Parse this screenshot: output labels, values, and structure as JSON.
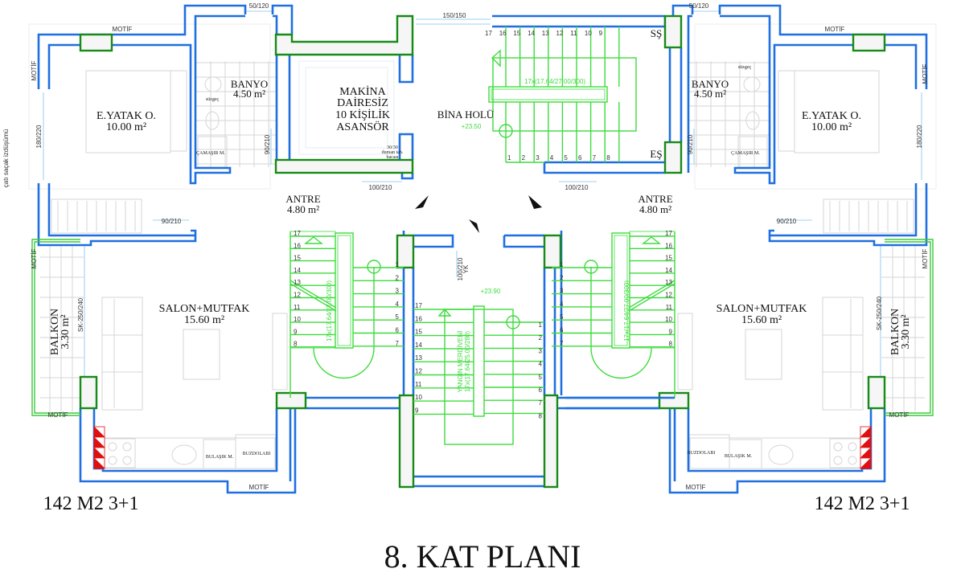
{
  "title": "8. KAT PLANI",
  "eave_note": "çatı saçak izdüşümü",
  "units": {
    "left": {
      "area_label": "142 M2 3+1",
      "bedroom": {
        "name": "E.YATAK O.",
        "area": "10.00 m²"
      },
      "bathroom": {
        "name": "BANYO",
        "area": "4.50 m²"
      },
      "entrance": {
        "name": "ANTRE",
        "area": "4.80 m²"
      },
      "living": {
        "name": "SALON+MUTFAK",
        "area": "15.60 m²"
      },
      "balcony": {
        "name": "BALKON",
        "area": "3.30 m²"
      },
      "motif": "MOTİF",
      "bath_window": "50/120",
      "bed_window": "180/220",
      "bath_door": "90/210",
      "bed_door": "90/210",
      "sliding_door": "SK-250/240",
      "drain": "süzgeç",
      "washer": "ÇAMAŞIR M.",
      "dishwasher": "BULAŞIK M.",
      "fridge": "BUZDOLABI",
      "stair_spec": "17x(17.64/27.00/300)"
    },
    "right": {
      "area_label": "142 M2 3+1",
      "bedroom": {
        "name": "E.YATAK O.",
        "area": "10.00 m²"
      },
      "bathroom": {
        "name": "BANYO",
        "area": "4.50 m²"
      },
      "entrance": {
        "name": "ANTRE",
        "area": "4.80 m²"
      },
      "living": {
        "name": "SALON+MUTFAK",
        "area": "15.60 m²"
      },
      "balcony": {
        "name": "BALKON",
        "area": "3.30 m²"
      },
      "motif": "MOTİF",
      "bath_window": "50/120",
      "bed_window": "180/220",
      "bath_door": "90/210",
      "bed_door": "90/210",
      "sliding_door": "SK-250/240",
      "drain": "süzgeç",
      "washer": "ÇAMAŞIR M.",
      "dishwasher": "BULAŞIK M.",
      "fridge": "BUZDOLABI",
      "stair_spec": "17x(17.64/27.00/300)"
    }
  },
  "core": {
    "elevator": [
      "MAKİNA",
      "DAİRESİZ",
      "10 KİŞİLİK",
      "ASANSÖR"
    ],
    "smoke_shaft": [
      "30/30",
      "duman tah.",
      "bacası"
    ],
    "hall": {
      "name": "BİNA HOLÜ",
      "level": "+23.50"
    },
    "hall_window": "150/150",
    "left_door": "100/210",
    "right_door": "100/210",
    "fire_door": "100/210",
    "fire_door_note": "YK",
    "fire_level": "+23.90",
    "clean_shaft": "SŞ",
    "dirty_shaft": "EŞ",
    "main_stair_spec": "17x(17.64/27.00/300)",
    "fire_stair": {
      "name": "YANGIN MERDİVENİ",
      "spec": "17x(17.64/25.00/280)"
    }
  },
  "stairs": {
    "main_upper": [
      17,
      16,
      15,
      14,
      13,
      12,
      11,
      10,
      9
    ],
    "main_lower": [
      1,
      2,
      3,
      4,
      5,
      6,
      7,
      8
    ],
    "unit_outer": [
      17,
      16,
      15,
      14,
      13,
      12,
      11,
      10,
      9,
      8
    ],
    "unit_inner": [
      1,
      2,
      3,
      4,
      5,
      6,
      7
    ],
    "fire_left": [
      17,
      16,
      15,
      14,
      13,
      12,
      11,
      10,
      9
    ],
    "fire_right": [
      1,
      2,
      3,
      4,
      5,
      6,
      7,
      8
    ]
  },
  "colors": {
    "wall": "#1f6fe0",
    "column": "#178a17",
    "stair": "#3ddc3d",
    "hatch": "#e01010"
  }
}
